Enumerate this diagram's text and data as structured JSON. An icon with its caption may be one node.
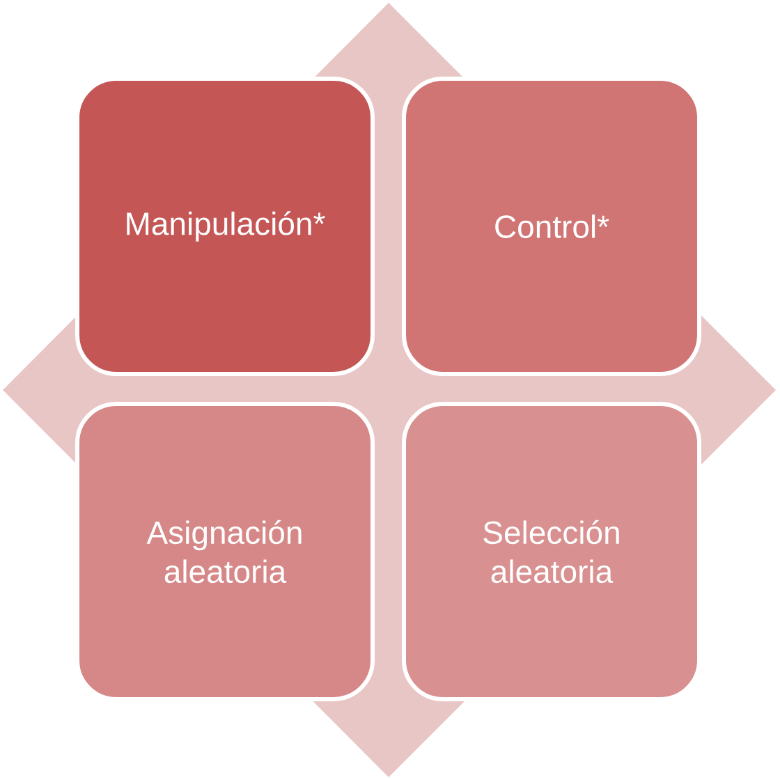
{
  "diagram": {
    "nodes": [
      {
        "text": [
          "Manipulación*"
        ]
      },
      {
        "text": [
          "Control*"
        ]
      },
      {
        "text": [
          "Asignación aleatoria"
        ]
      },
      {
        "text": [
          "Selección aleatoria"
        ]
      }
    ]
  }
}
